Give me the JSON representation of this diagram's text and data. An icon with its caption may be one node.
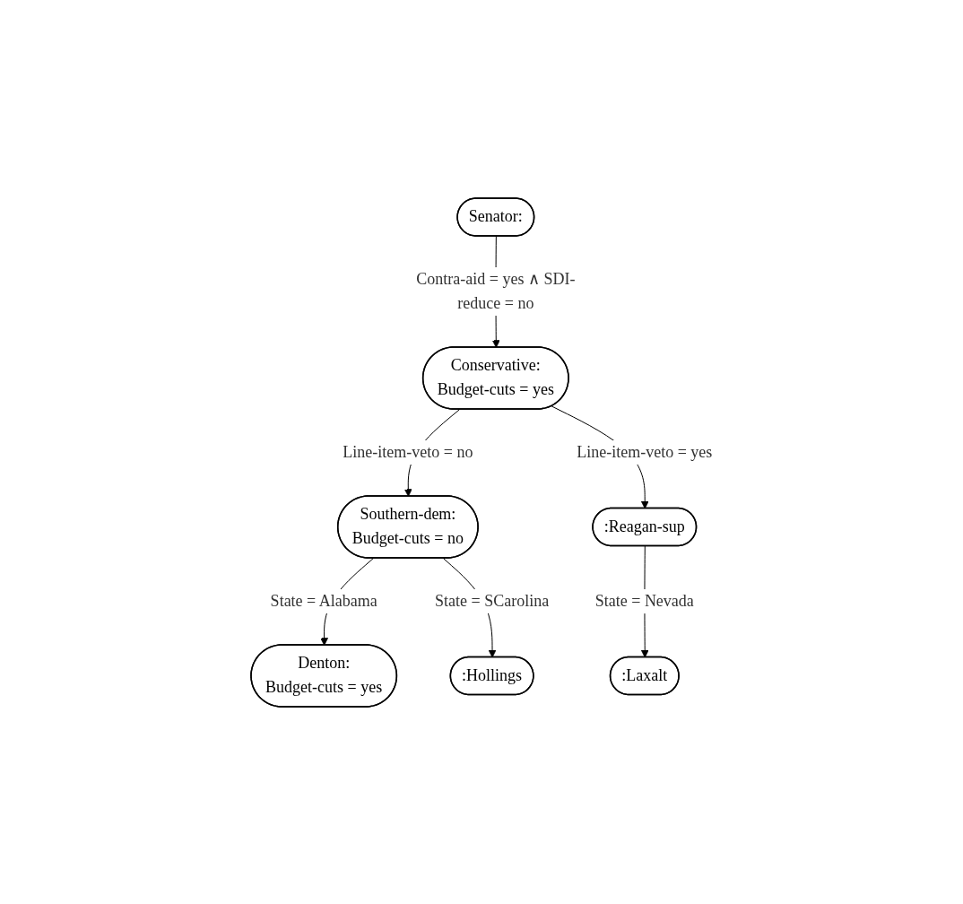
{
  "diagram": {
    "nodes": [
      {
        "text": [
          "Senator:"
        ]
      },
      {
        "text": [
          "Conservative:",
          "Budget-cuts = yes"
        ]
      },
      {
        "text": [
          "Southern-dem:",
          "Budget-cuts = no"
        ]
      },
      {
        "text": [
          ":Reagan-sup"
        ]
      },
      {
        "text": [
          "Denton:",
          "Budget-cuts = yes"
        ]
      },
      {
        "text": [
          ":Hollings"
        ]
      },
      {
        "text": [
          ":Laxalt"
        ]
      }
    ],
    "edges": [
      {
        "from": 0,
        "to": 1,
        "arrow": "to",
        "label": "Contra-aid = yes ∧ SDI-reduce = no"
      },
      {
        "from": 1,
        "to": 2,
        "arrow": "to",
        "label": "Line-item-veto = no"
      },
      {
        "from": 1,
        "to": 3,
        "arrow": "to",
        "label": "Line-item-veto = yes"
      },
      {
        "from": 2,
        "to": 4,
        "arrow": "to",
        "label": "State = Alabama"
      },
      {
        "from": 2,
        "to": 5,
        "arrow": "to",
        "label": "State = SCarolina"
      },
      {
        "from": 3,
        "to": 6,
        "arrow": "to",
        "label": "State = Nevada"
      }
    ]
  }
}
